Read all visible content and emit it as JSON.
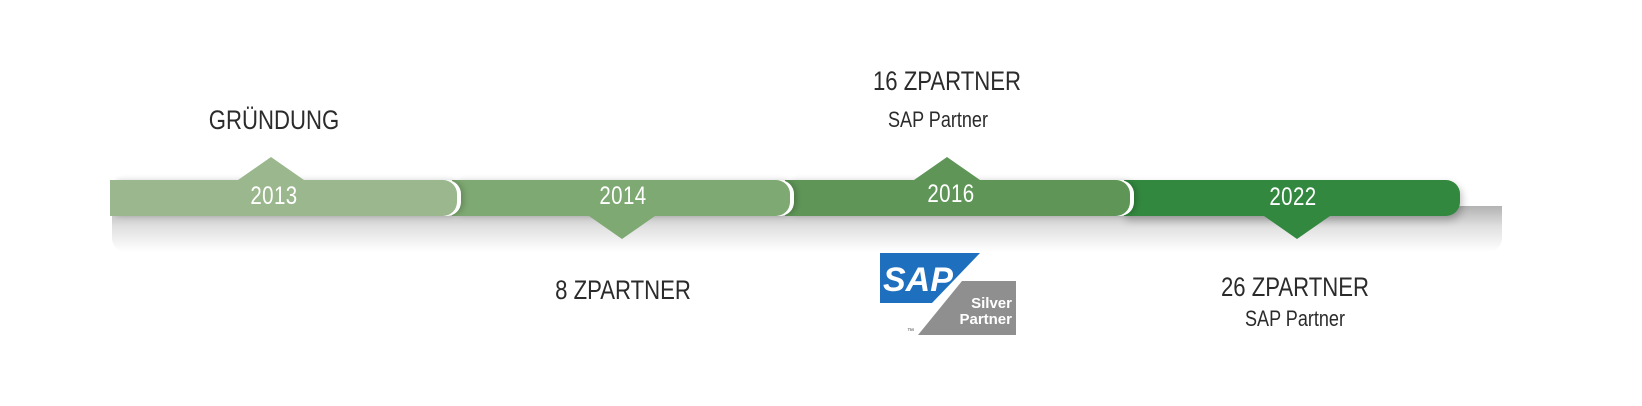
{
  "timeline": {
    "milestones": [
      {
        "year": "2013",
        "label": "GRÜNDUNG",
        "color": "#9bb78d"
      },
      {
        "year": "2014",
        "label": "8 ZPARTNER",
        "color": "#7ea972"
      },
      {
        "year": "2016",
        "label": "16 ZPARTNER",
        "sublabel": "SAP Partner",
        "color": "#5f9658"
      },
      {
        "year": "2022",
        "label": "26 ZPARTNER",
        "sublabel": "SAP Partner",
        "color": "#33883f"
      }
    ]
  },
  "sap_logo": {
    "brand": "SAP",
    "tier_line1": "Silver",
    "tier_line2": "Partner",
    "trademark": "™",
    "brand_color": "#1f6fbf",
    "tier_color": "#9a9a9a"
  }
}
